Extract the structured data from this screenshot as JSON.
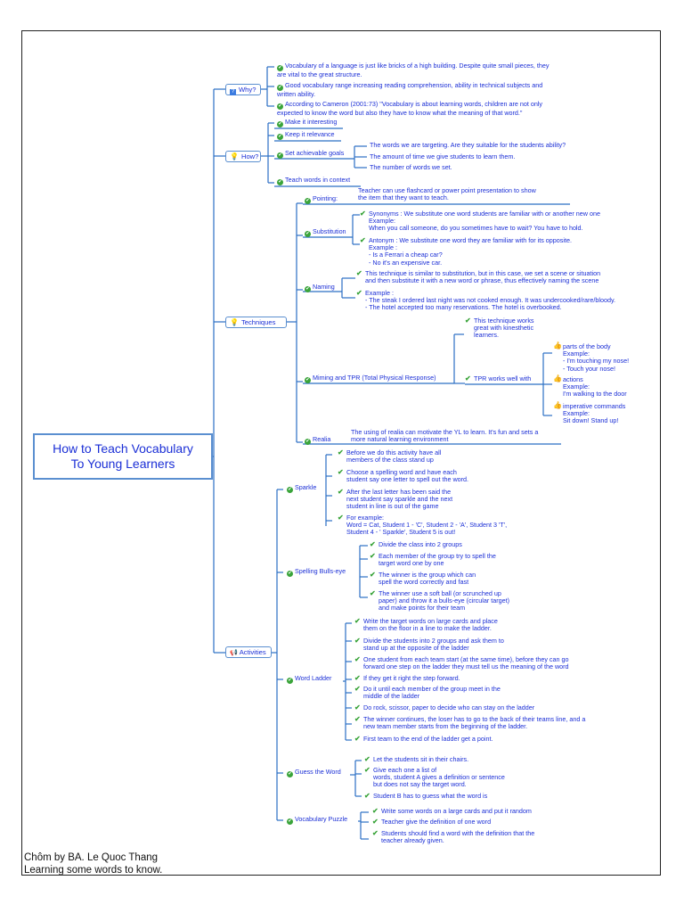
{
  "root": {
    "title": "How to Teach Vocabulary\nTo Young Learners"
  },
  "branches": {
    "why": {
      "label": "Why?",
      "items": [
        "Vocabulary of a language is just like bricks of a high building. Despite quite small pieces, they\nare vital to the great structure.",
        "Good vocabulary range increasing reading comprehension, ability in technical subjects and\nwritten ability.",
        "According to Cameron (2001:73) \"Vocabulary is about learning words, children are not only\nexpected to know the word but also they have to know what the meaning of that word.\""
      ]
    },
    "how": {
      "label": "How?",
      "items": [
        "Make it interesting",
        "Keep it relevance",
        "Set achievable goals",
        "Teach words in context"
      ],
      "goals": [
        "The words we are targeting. Are they suitable for the students ability?",
        "The amount of time we give students to learn them.",
        "The number of words we set."
      ]
    },
    "techniques": {
      "label": "Techniques",
      "pointing": {
        "label": "Pointing:",
        "text": "Teacher can use flashcard or power point presentation to show\nthe item that they want to teach."
      },
      "substitution": {
        "label": "Substitution",
        "synonyms": "Synonyms : We substitute one word students are familiar with or another new one\nExample:\nWhen you call someone, do you sometimes have to wait? You have to hold.",
        "antonym": "Antonym : We substitute one word they are familiar with for its opposite.\nExample :\n- Is a Ferrari a cheap car?\n- No it's an expensive car."
      },
      "naming": {
        "label": "Naming",
        "t1": "This technique is similar to substitution, but in this case, we set a scene or situation\nand then substitute it with a new word or phrase, thus effectively naming the scene",
        "t2": "Example :\n- The steak I ordered last night was not cooked enough. It was undercooked/rare/bloody.\n- The hotel accepted too many reservations. The hotel is overbooked."
      },
      "miming": {
        "label": "Miming and TPR (Total Physical Response)",
        "note": "This technique works\ngreat with kinesthetic\nlearners.",
        "tpr": "TPR works well with",
        "body": "parts of the body\nExample:\n- I'm touching my nose!\n- Touch your nose!",
        "actions": "actions\nExample:\nI'm walking to the door",
        "imperative": "imperative commands\nExample:\nSit down! Stand up!"
      },
      "realia": {
        "label": "Realia",
        "text": "The using of realia can motivate the YL to learn. It's fun and sets a\nmore natural learning environment"
      }
    },
    "activities": {
      "label": "Activities",
      "sparkle": {
        "label": "Sparkle",
        "items": [
          "Before we do this activity have all\nmembers of the class stand up",
          "Choose a spelling word and have each\nstudent say one letter to spell out the word.",
          "After the last letter has been said the\nnext student say sparkle and the next\nstudent in line is out of the game",
          "For example:\nWord = Cat, Student 1 - 'C', Student 2 - 'A', Student 3 'T',\nStudent 4 - ' Sparkle', Student 5 is out!"
        ]
      },
      "bullseye": {
        "label": "Spelling Bulls-eye",
        "items": [
          "Divide the class into 2 groups",
          "Each member of the group try to spell the\ntarget word one by one",
          "The winner is the group which can\nspell the word correctly and fast",
          "The winner use a soft ball (or scrunched up\npaper) and throw it a bulls-eye (circular target)\nand make points for their team"
        ]
      },
      "ladder": {
        "label": "Word Ladder",
        "items": [
          "Write the target words on large cards and place\nthem on the floor in a line to make the ladder.",
          "Divide the students into 2 groups and ask them to\nstand up at the opposite of the ladder",
          "One student from each team start (at the same time), before they can go\nforward one step on the ladder they must tell us the meaning of the word",
          "If they get it right the step forward.",
          "Do it until each member of the group meet in the\nmiddle of the ladder",
          "Do rock, scissor, paper to decide who can stay on the ladder",
          "The winner continues, the loser has to go to the back of their teams line, and a\nnew team member starts from the beginning of the ladder.",
          "First team to the end of the ladder get a point."
        ]
      },
      "guess": {
        "label": "Guess the Word",
        "items": [
          "Let the students sit in their chairs.",
          "Give each one a list of\nwords, student A gives a definition or sentence\nbut does not say the target word.",
          "Student B has to guess what the word is"
        ]
      },
      "puzzle": {
        "label": "Vocabulary Puzzle",
        "items": [
          "Write some words on a large cards and put it random",
          "Teacher give the definition of one word",
          "Students should find a word with the definition that the\nteacher already given."
        ]
      }
    }
  },
  "credit": "Chôm by BA. Le Quoc Thang\nLearning some words to know.",
  "icons": {
    "why": "question-icon",
    "how": "lightbulb-icon",
    "techniques": "lightbulb-icon",
    "activities": "megaphone-icon",
    "check": "check-circle-icon",
    "thumb": "thumbs-up-icon",
    "tick": "check-mark-icon"
  },
  "colors": {
    "line": "#2b6fc4",
    "text": "#1b2fd6",
    "check": "#3aa43a"
  }
}
